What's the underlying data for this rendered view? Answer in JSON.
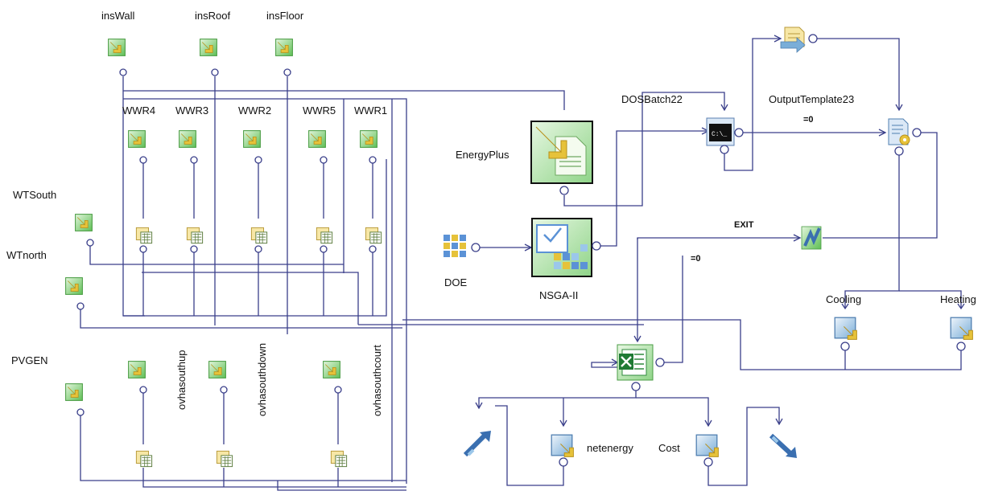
{
  "inputs": {
    "insWall": "insWall",
    "insRoof": "insRoof",
    "insFloor": "insFloor",
    "WWR4": "WWR4",
    "WWR3": "WWR3",
    "WWR2": "WWR2",
    "WWR5": "WWR5",
    "WWR1": "WWR1",
    "WTSouth": "WTSouth",
    "WTnorth": "WTnorth",
    "PVGEN": "PVGEN",
    "ovhasouthup": "ovhasouthup",
    "ovhasouthdown": "ovhasouthdown",
    "ovhasouthcourt": "ovhasouthcourt"
  },
  "nodes": {
    "energyplus": "EnergyPlus",
    "doe": "DOE",
    "nsga": "NSGA-II",
    "dosbatch": "DOSBatch22",
    "outputtemplate": "OutputTemplate23",
    "cooling": "Cooling",
    "heating": "Heating",
    "netenergy": "netenergy",
    "cost": "Cost",
    "exit": "EXIT",
    "cond1": "=0",
    "cond2": "=0",
    "cmd_text": "C:\\_"
  },
  "colors": {
    "wire": "#3a3f8a",
    "green_box": "#6fc26a",
    "blue_box": "#8fb8e0",
    "arrow_yellow": "#e6c23a"
  }
}
